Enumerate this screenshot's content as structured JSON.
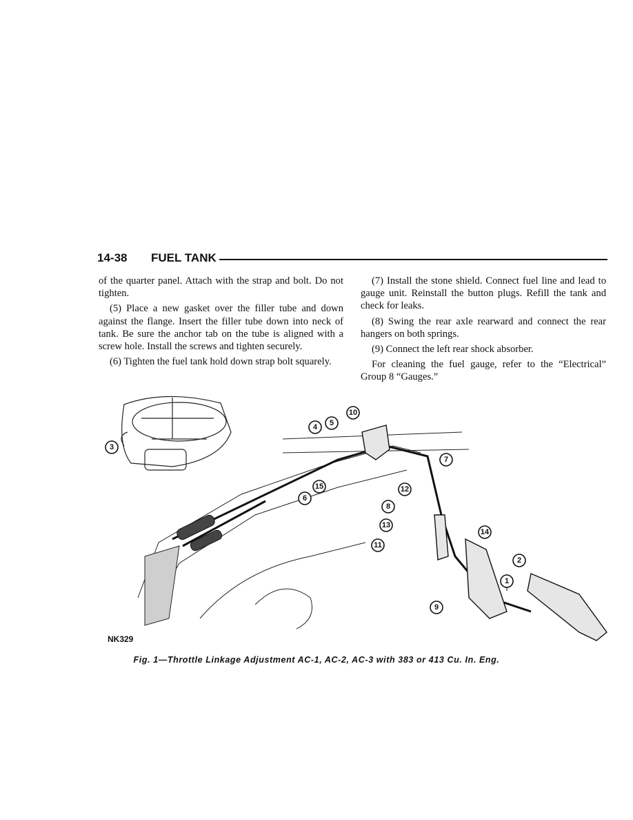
{
  "header": {
    "page_number": "14-38",
    "section_title": "FUEL TANK"
  },
  "left_column": [
    "of the quarter panel. Attach with the strap and bolt. Do not tighten.",
    "(5) Place a new gasket over the filler tube and down against the flange. Insert the filler tube down into neck of tank. Be sure the anchor tab on the tube is aligned with a screw hole. Install the screws and tighten securely.",
    "(6) Tighten the fuel tank hold down strap bolt squarely."
  ],
  "right_column": [
    "(7) Install the stone shield. Connect fuel line and lead to gauge unit. Reinstall the button plugs. Refill the tank and check for leaks.",
    "(8) Swing the rear axle rearward and connect the rear hangers on both springs.",
    "(9) Connect the left rear shock absorber.",
    "For cleaning the fuel gauge, refer to the “Electrical” Group 8 “Gauges.”"
  ],
  "figure": {
    "code": "NK329",
    "caption": "Fig. 1—Throttle Linkage Adjustment AC-1, AC-2, AC-3 with 383 or 413 Cu. In. Eng.",
    "callouts": [
      "1",
      "2",
      "3",
      "4",
      "5",
      "6",
      "7",
      "8",
      "9",
      "10",
      "11",
      "12",
      "13",
      "14",
      "15"
    ]
  }
}
